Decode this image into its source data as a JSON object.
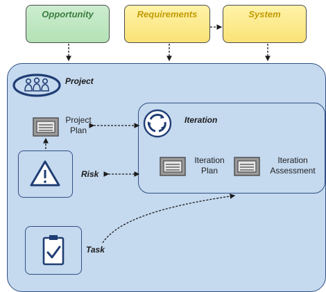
{
  "top_boxes": {
    "opportunity": "Opportunity",
    "requirements": "Requirements",
    "system": "System"
  },
  "project": {
    "title": "Project",
    "plan_line1": "Project",
    "plan_line2": "Plan",
    "risk": "Risk",
    "task": "Task"
  },
  "iteration": {
    "title": "Iteration",
    "plan_line1": "Iteration",
    "plan_line2": "Plan",
    "assessment_line1": "Iteration",
    "assessment_line2": "Assessment"
  },
  "colors": {
    "container_fill": "#c5d9ef",
    "container_border": "#2f4f82",
    "opportunity_fill": "#b3e2b5",
    "opportunity_text": "#3a7d3f",
    "requirements_fill": "#f9e276",
    "requirements_text": "#c19a00"
  },
  "icons": {
    "project": "team-members-icon",
    "plan": "document-icon",
    "iteration": "cycle-icon",
    "risk": "warning-triangle-icon",
    "task": "clipboard-checklist-icon"
  }
}
